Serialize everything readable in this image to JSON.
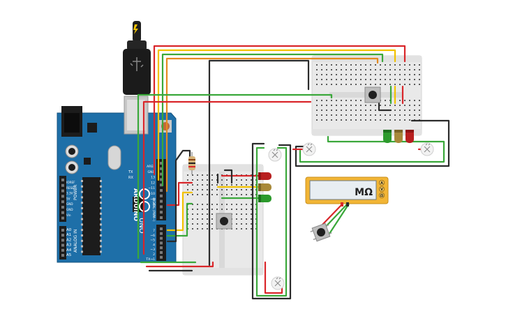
{
  "colors": {
    "board": "#1e6fa8",
    "board_dark": "#14537f",
    "breadboard": "#e9e9e9",
    "wire_red": "#d9262a",
    "wire_black": "#2b2b2b",
    "wire_green": "#3aa83a",
    "wire_yellow": "#f2c200",
    "wire_orange": "#e58a1f",
    "multimeter": "#f2b535",
    "led_red": "#b81f1f",
    "led_yellow": "#a8893a",
    "led_green": "#2c9a2c"
  },
  "arduino": {
    "brand": "ARDUINO",
    "model": "UNO",
    "power_label": "POWER",
    "analog_label": "ANALOG IN",
    "power_pins": [
      "IOREF",
      "RESET",
      "3.3V",
      "5V",
      "GND",
      "GND",
      "Vin"
    ],
    "analog_pins": [
      "A0",
      "A1",
      "A2",
      "A3",
      "A4",
      "A5"
    ],
    "digital_top": [
      "AREF",
      "GND",
      "13",
      "12",
      "~11",
      "~10",
      "~9",
      "8"
    ],
    "digital_bottom": [
      "7",
      "~6",
      "~5",
      "4",
      "~3",
      "2",
      "TX→1",
      "RX←0"
    ],
    "digital_label": "DIGITAL (PWM~)",
    "tx_label": "TX",
    "rx_label": "RX",
    "icon": "usb-connector-icon"
  },
  "multimeter": {
    "unit": "MΩ",
    "modes": [
      "A",
      "V",
      "Ω"
    ]
  },
  "icons": {
    "power": "lightning-bolt-icon",
    "pushbutton": "pushbutton-icon",
    "phototransistor": "phototransistor-icon"
  }
}
